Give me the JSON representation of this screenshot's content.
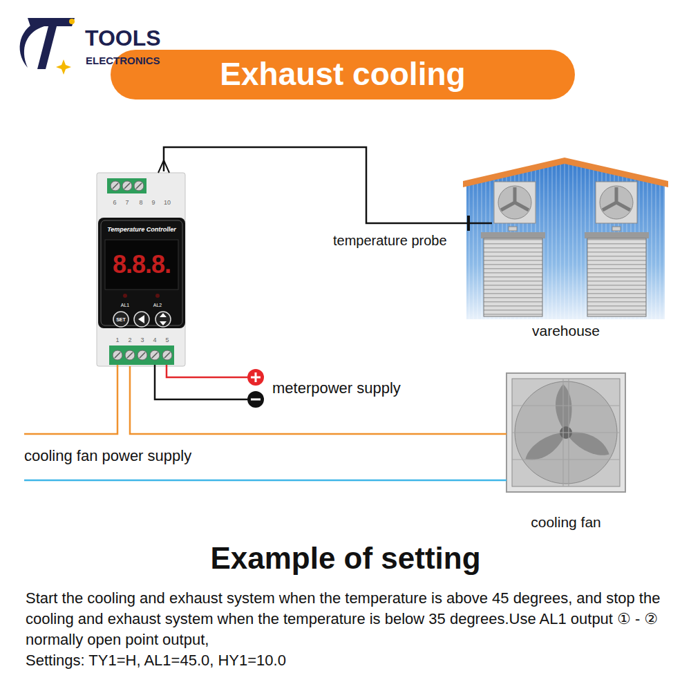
{
  "diagram": {
    "title": "Exhaust cooling",
    "nodes": [
      {
        "text": [
          "Temperature Controller"
        ]
      },
      {
        "text": [
          "varehouse"
        ]
      },
      {
        "text": [
          "cooling fan"
        ]
      }
    ],
    "edges": [
      {
        "from": 0,
        "to": 1,
        "arrow": "none",
        "label": "temperature probe"
      },
      {
        "from": 0,
        "to": 2,
        "arrow": "none"
      }
    ],
    "labels": [
      "TOOLS",
      "ELECTRONICS",
      "6",
      "7",
      "8",
      "9",
      "10",
      "8.8.8.",
      "AL1",
      "AL2",
      "SET",
      "1",
      "2",
      "3",
      "4",
      "5",
      "meterpower supply",
      "cooling fan power supply",
      "Example of setting",
      "Start the cooling and exhaust system when the temperature is above 45 degrees, and stop the cooling and exhaust system when the temperature is below 35 degrees.Use AL1 output ① - ② normally open point output,",
      "Settings: TY1=H, AL1=45.0, HY1=10.0"
    ]
  }
}
